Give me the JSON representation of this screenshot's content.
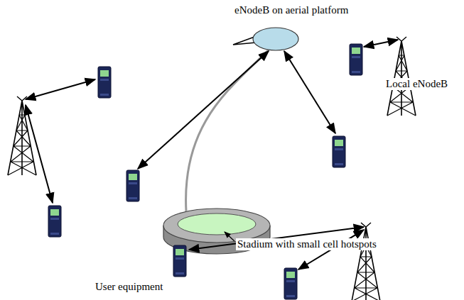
{
  "diagram": {
    "labels": [
      "eNodeB on aerial platform",
      "Local eNodeB",
      "Stadium with small cell hotspots",
      "User equipment"
    ]
  }
}
